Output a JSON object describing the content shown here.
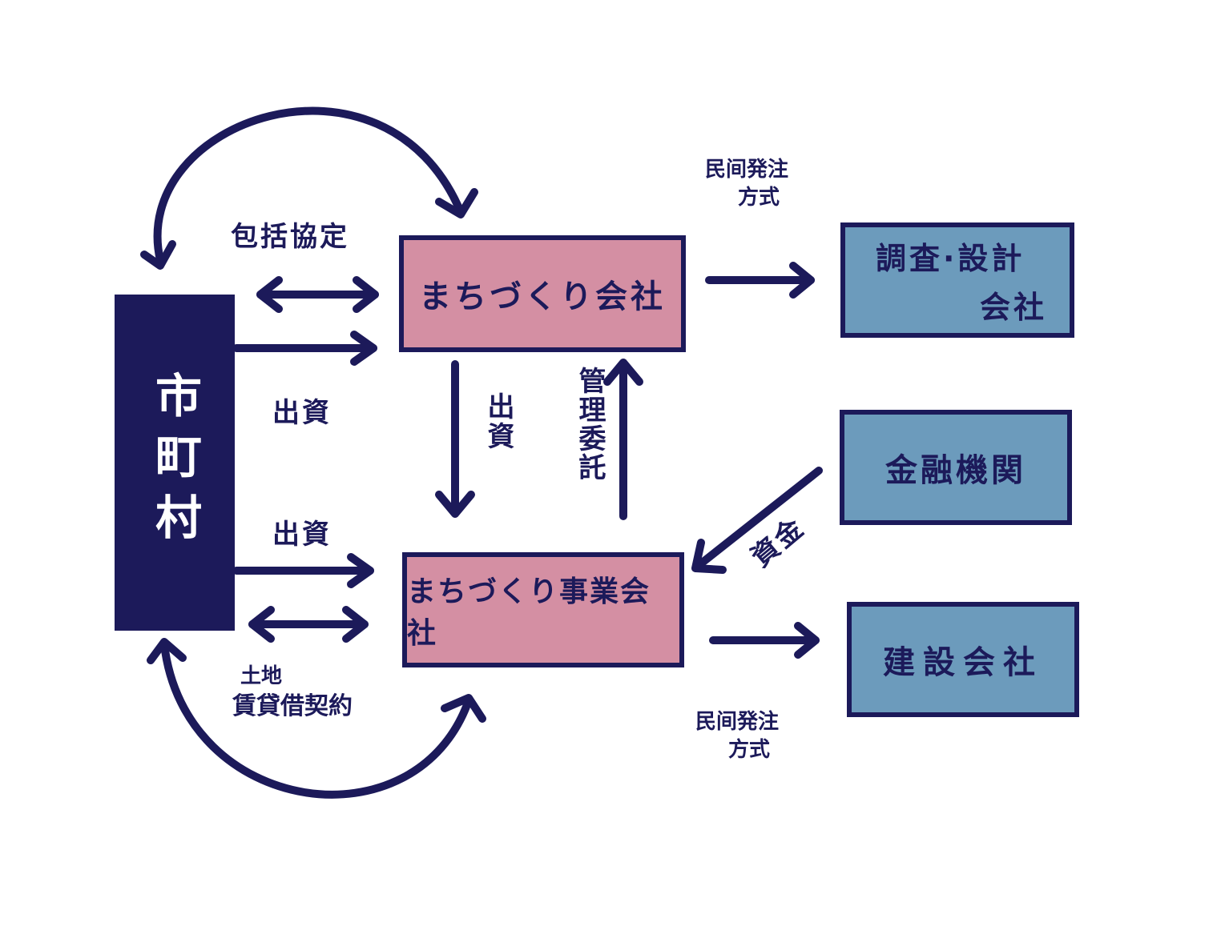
{
  "nodes": {
    "municipality": "市町村",
    "machizukuri_company": "まちづくり会社",
    "machizukuri_business_company": "まちづくり事業会社",
    "survey_design_company": [
      "調査·設計",
      "会社"
    ],
    "financial_institution": "金融機関",
    "construction_company": "建設会社"
  },
  "edge_labels": {
    "comprehensive_agreement": "包括協定",
    "investment_top": "出資",
    "investment_bottom": "出資",
    "investment_vertical": "出資",
    "management_consignment": "管理委託",
    "private_ordering_top": [
      "民间発注",
      "方式"
    ],
    "private_ordering_bottom": [
      "民间発注",
      "方式"
    ],
    "funds": "資金",
    "land_lease": [
      "土地",
      "賃貸借契約"
    ]
  },
  "colors": {
    "navy": "#1c1a5a",
    "pink": "#d48fa3",
    "blue": "#6c9bbc",
    "background": "#ffffff"
  }
}
